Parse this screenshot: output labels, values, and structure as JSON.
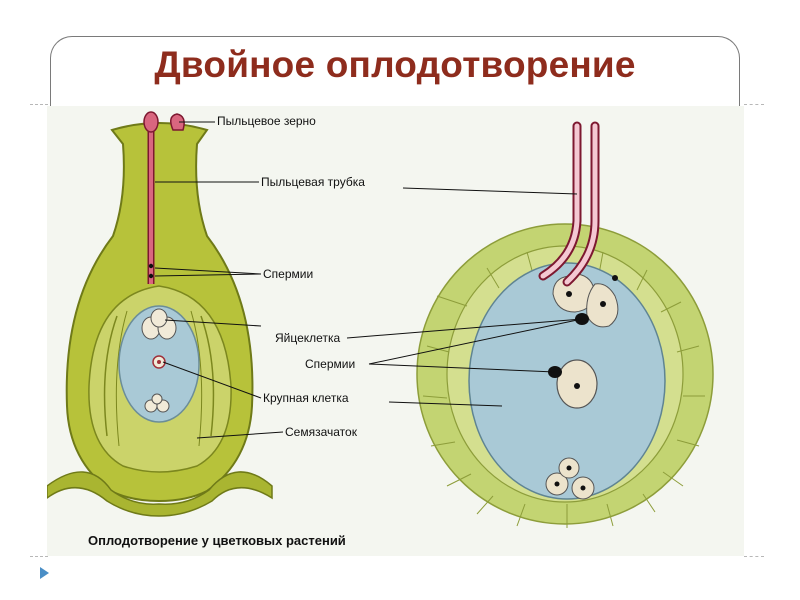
{
  "slide": {
    "title": "Двойное оплодотворение",
    "caption": "Оплодотворение у цветковых растений"
  },
  "labels": {
    "pollen_grain": "Пыльцевое зерно",
    "pollen_tube": "Пыльцевая трубка",
    "sperms_top": "Спермии",
    "egg_cell": "Яйцеклетка",
    "sperms_right": "Спермии",
    "large_cell": "Крупная клетка",
    "ovule": "Семязачаток"
  },
  "colors": {
    "title": "#8e2c1d",
    "pistil": "#b7c23a",
    "embryo_sac": "#a9c9d6",
    "pollen_tube": "#d9667f",
    "cell_wall_tissue": "#c3d472",
    "bullet": "#4a8ec6"
  },
  "icons": {
    "bullet": "triangle-bullet-icon"
  }
}
